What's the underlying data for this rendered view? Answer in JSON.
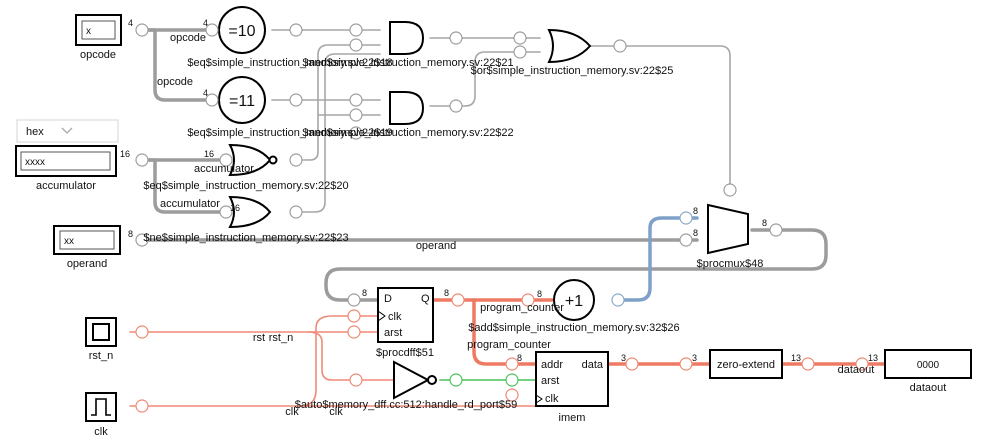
{
  "colors": {
    "wire_gray": "#a6a6a6",
    "wire_gray_bus": "#9c9c9c",
    "wire_red": "#f08a76",
    "wire_red_bus": "#ee7a64",
    "wire_blue_bus": "#7fa0c8",
    "wire_green": "#4cc25a",
    "port_gray": "#a8a8a8",
    "port_red": "#f08a76",
    "port_blue": "#8ea9c8",
    "port_green": "#4cc25a"
  },
  "inputs": {
    "opcode": {
      "name": "opcode",
      "value": "x"
    },
    "accumulator": {
      "name": "accumulator",
      "value": "xxxx",
      "format_selected": "hex"
    },
    "operand": {
      "name": "operand",
      "value": "xx"
    },
    "rst_n": {
      "name": "rst_n",
      "icon": "toggle-button-icon"
    },
    "clk": {
      "name": "clk",
      "icon": "clock-pulse-icon"
    }
  },
  "outputs": {
    "dataout": {
      "name": "dataout",
      "value": "0000"
    }
  },
  "cells": {
    "eq10": {
      "symbol": "=10",
      "label": "$eq$simple_instruction_memory.sv:22$18"
    },
    "eq11": {
      "symbol": "=11",
      "label": "$eq$simple_instruction_memory.sv:22$19"
    },
    "eq_nor": {
      "label": "$eq$simple_instruction_memory.sv:22$20"
    },
    "ne": {
      "label": "$ne$simple_instruction_memory.sv:22$23"
    },
    "and1": {
      "label": "$and$simple_instruction_memory.sv:22$21"
    },
    "and2": {
      "label": "$and$simple_instruction_memory.sv:22$22"
    },
    "or": {
      "label": "$or$simple_instruction_memory.sv:22$25"
    },
    "procmux": {
      "label": "$procmux$48"
    },
    "procdff": {
      "label": "$procdff$51",
      "pin_d": "D",
      "pin_q": "Q",
      "pin_clk": "clk",
      "pin_arst": "arst"
    },
    "add": {
      "symbol": "+1",
      "label": "$add$simple_instruction_memory.sv:32$26"
    },
    "not": {
      "label": "$auto$memory_dff.cc:512:handle_rd_port$59"
    },
    "imem": {
      "label": "imem",
      "pin_addr": "addr",
      "pin_data": "data",
      "pin_arst": "arst",
      "pin_clk": "clk"
    },
    "zext": {
      "label": "zero-extend"
    }
  },
  "wire_labels": {
    "opcode_1": "opcode",
    "opcode_2": "opcode",
    "accumulator_1": "accumulator",
    "accumulator_2": "accumulator",
    "operand": "operand",
    "program_counter_1": "program_counter",
    "program_counter_2": "program_counter",
    "rst_n": "rst_n",
    "rst_rst": "rst",
    "clk_1": "clk",
    "clk_2": "clk",
    "dataout": "dataout"
  },
  "widths": {
    "opcode_out": "4",
    "opcode_eq10": "4",
    "opcode_eq11": "4",
    "acc_out": "16",
    "acc_eq": "16",
    "acc_ne": "16",
    "operand_out": "8",
    "mux_in1": "8",
    "mux_in2": "8",
    "mux_out": "8",
    "dff_d": "8",
    "dff_q": "8",
    "pc_add": "8",
    "imem_addr": "8",
    "imem_data": "3",
    "zext_in": "3",
    "zext_out": "13",
    "dataout_in": "13"
  }
}
